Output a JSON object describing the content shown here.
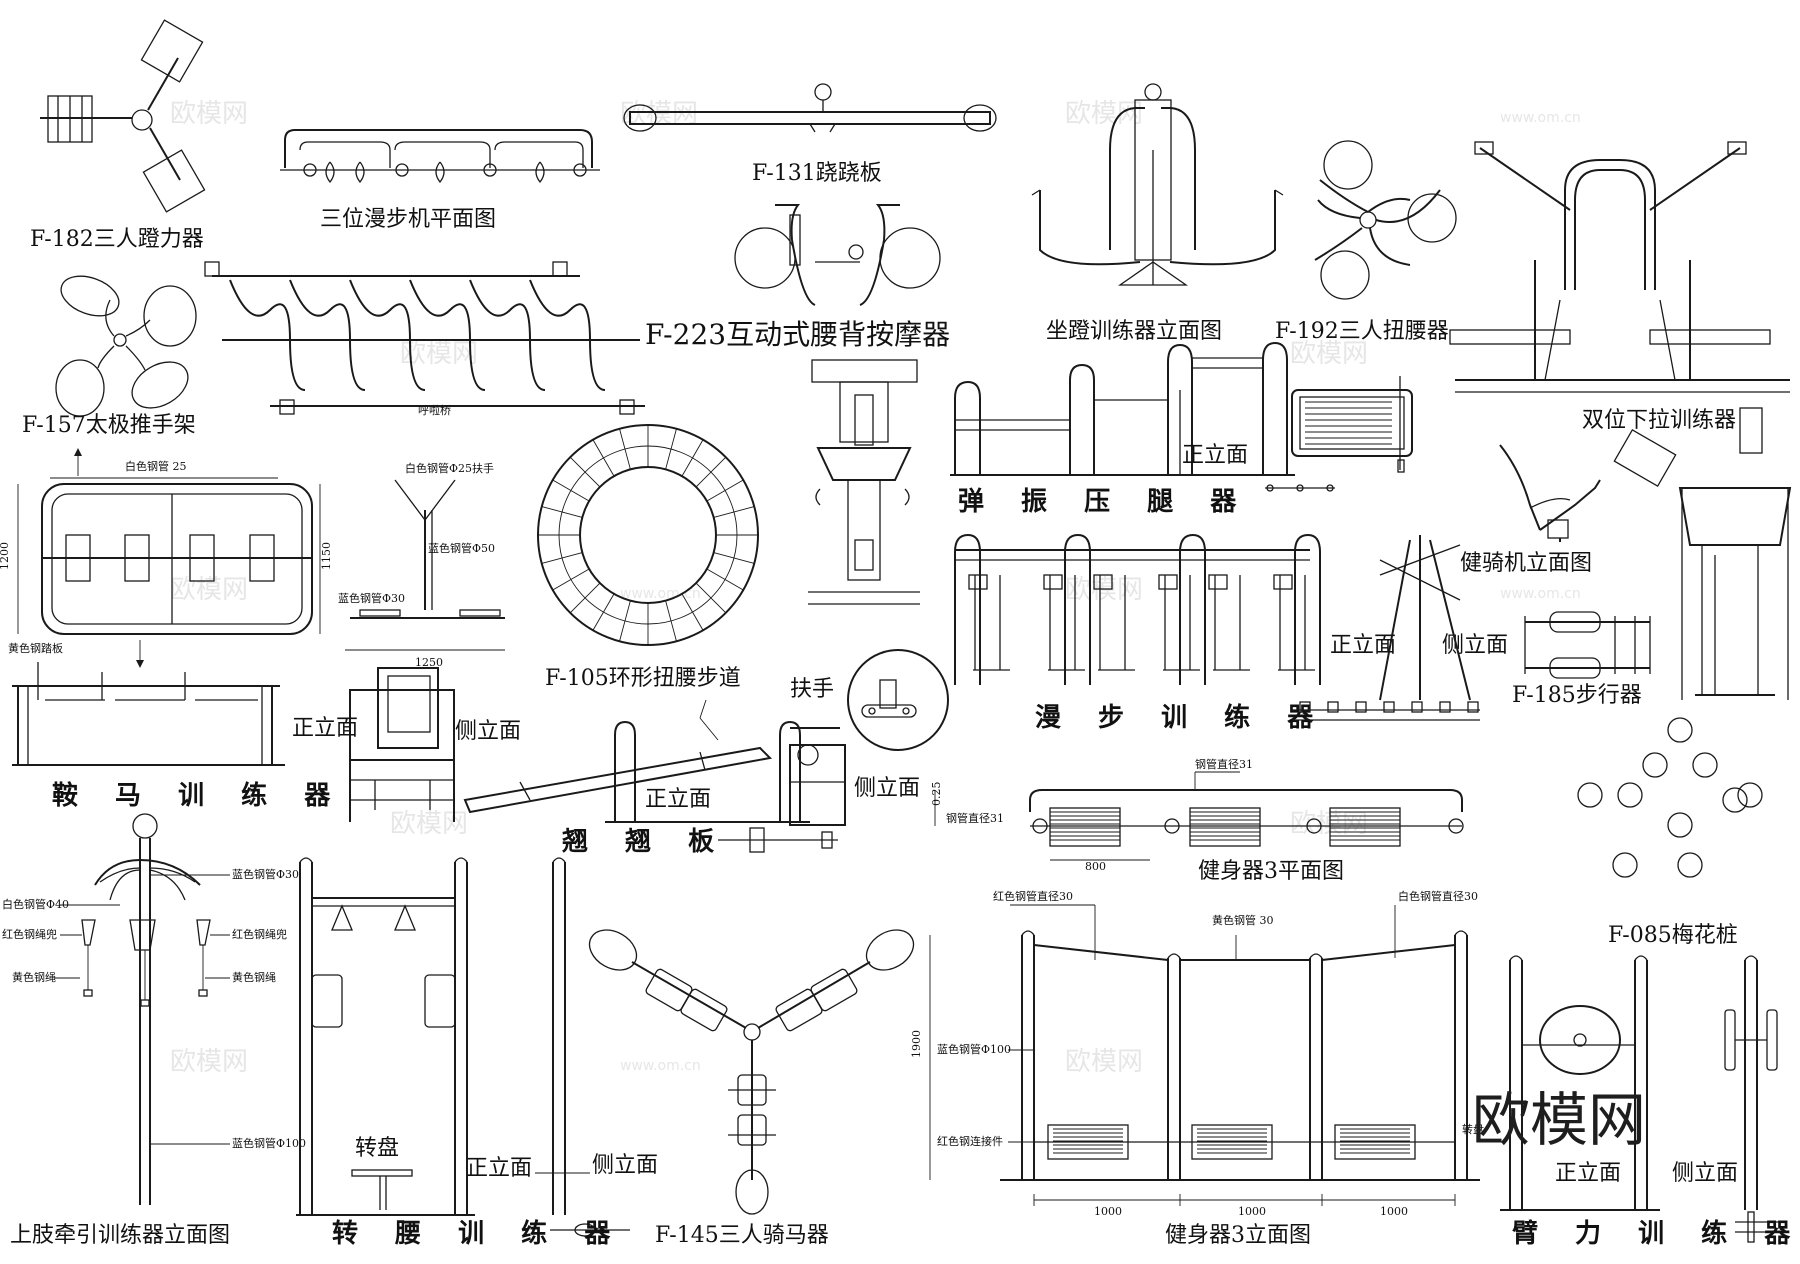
{
  "labels": {
    "f182": "F-182三人蹬力器",
    "sanwei": "三位漫步机平面图",
    "f131": "F-131跷跷板",
    "f223": "F-223互动式腰背按摩器",
    "zuodeng": "坐蹬训练器立面图",
    "f192": "F-192三人扭腰器",
    "shuangwei": "双位下拉训练器",
    "f157": "F-157太极推手架",
    "jianqi": "健骑机立面图",
    "tanzhen": "弹 振 压 腿 器",
    "zhenglimian": "正立面",
    "celimian": "侧立面",
    "manbu": "漫 步 训 练 器",
    "f185": "F-185步行器",
    "f105": "F-105环形扭腰步道",
    "fushou": "扶手",
    "anma": "鞍 马 训 练 器",
    "qiaoqiao": "翘 翘 板",
    "jianshen3p": "健身器3平面图",
    "f085": "F-085梅花桩",
    "shangzhi": "上肢牵引训练器立面图",
    "zhuanyao": "转 腰 训 练 器",
    "zhuanpan": "转盘",
    "f145": "F-145三人骑马器",
    "jianshen3l": "健身器3立面图",
    "bili": "臂 力 训 练 器",
    "meiqiao": "呼啦桥"
  },
  "annotations": {
    "baise25": "白色钢管 25",
    "d1200": "1200",
    "d1150": "1150",
    "d1250": "1250",
    "huangtaban": "黄色钢踏板",
    "baise25fs": "白色钢管Φ25扶手",
    "lanse50": "蓝色钢管Φ50",
    "lanse30": "蓝色钢管Φ30",
    "gg31a": "钢管直径31",
    "gg31b": "钢管直径31",
    "d800": "800",
    "d025": "0.25",
    "lanse30b": "蓝色钢管Φ30",
    "baise40": "白色钢管Φ40",
    "hongshengdou1": "红色钢绳兜",
    "hongshengdou2": "红色钢绳兜",
    "huangsheng1": "黄色钢绳",
    "huangsheng2": "黄色钢绳",
    "lanse100": "蓝色钢管Φ100",
    "hong30": "红色钢管直径30",
    "huang30": "黄色钢管 30",
    "bai30": "白色钢管直径30",
    "lanse100b": "蓝色钢管Φ100",
    "d1900": "1900",
    "hongjie": "红色钢连接件",
    "zhuan": "转盘",
    "d1000a": "1000",
    "d1000b": "1000",
    "d1000c": "1000"
  },
  "watermark": {
    "text": "欧模网",
    "url": "www.om.cn",
    "logo": "欧模网"
  }
}
